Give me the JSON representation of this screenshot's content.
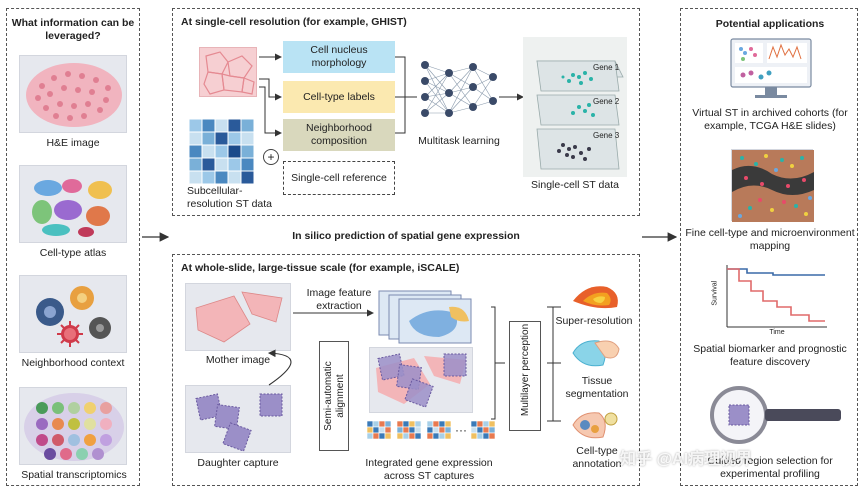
{
  "left": {
    "title": "What information can be leveraged?",
    "items": [
      "H&E image",
      "Cell-type atlas",
      "Neighborhood context",
      "Spatial transcriptomics"
    ]
  },
  "top": {
    "title": "At single-cell resolution (for example, GHIST)",
    "boxes": [
      "Cell nucleus morphology",
      "Cell-type labels",
      "Neighborhood composition"
    ],
    "subcellular": "Subcellular-resolution ST data",
    "plus": "+",
    "reference": "Single-cell reference",
    "multitask": "Multitask learning",
    "genes": [
      "Gene 1",
      "Gene 2",
      "Gene 3"
    ],
    "output": "Single-cell ST data"
  },
  "middle": {
    "title": "In silico prediction of spatial gene expression"
  },
  "bottom": {
    "title": "At whole-slide, large-tissue scale (for example, iSCALE)",
    "mother": "Mother image",
    "daughter": "Daughter capture",
    "alignment": "Semi-automatic alignment",
    "feature": "Image feature extraction",
    "integrated": "Integrated gene expression across ST captures",
    "dots": "···",
    "mlp": "Multilayer perception",
    "outputs": [
      "Super-resolution",
      "Tissue segmentation",
      "Cell-type annotation"
    ]
  },
  "right": {
    "title": "Potential applications",
    "items": [
      "Virtual ST in archived cohorts (for example, TCGA H&E slides)",
      "Fine cell-type and microenvironment mapping",
      "Spatial biomarker and prognostic feature discovery",
      "Guided region selection for experimental profiling"
    ],
    "survival_ylabel": "Survival",
    "survival_xlabel": "Time"
  },
  "watermark": "知乎 @AI病理视界",
  "colors": {
    "blue_box": "#b9e3f4",
    "yellow_box": "#fbe9b0",
    "olive_box": "#d9d8bd",
    "pink_tissue": "#f3b5b8",
    "purple_capture": "#9b8fc8",
    "teal": "#2ab3a8"
  }
}
